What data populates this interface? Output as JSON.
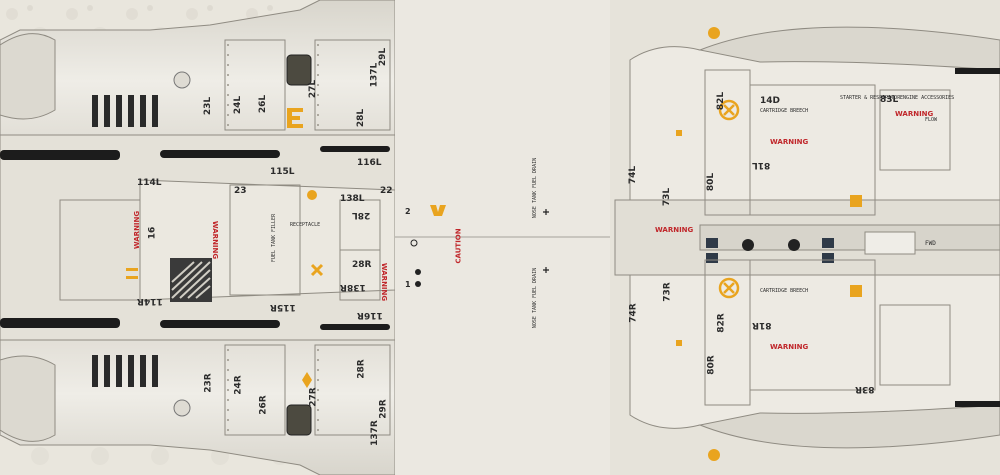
{
  "panel_codes": {
    "p23l": "23L",
    "p24l": "24L",
    "p26l": "26L",
    "p27l": "27L",
    "p28l": "28L",
    "p29l": "29L",
    "p114l": "114L",
    "p115l": "115L",
    "p116l": "116L",
    "p137l": "137L",
    "p138l": "138L",
    "p23r": "23R",
    "p24r": "24R",
    "p26r": "26R",
    "p27r": "27R",
    "p28r": "28R",
    "p29r": "29R",
    "p114r": "114R",
    "p115r": "115R",
    "p116r": "116R",
    "p137r": "137R",
    "p138r": "138R",
    "p22": "22",
    "p23": "23",
    "p16": "16",
    "p28l_inv": "28L",
    "p28r_inv": "28R",
    "p74l": "74L",
    "p73l": "73L",
    "p74r": "74R",
    "p73r": "73R",
    "p80l": "80L",
    "p81l": "81L",
    "p82l": "82L",
    "p83l": "83L",
    "p14d": "14D",
    "p80r": "80R",
    "p81r": "81R",
    "p82r": "82R",
    "p83r": "83R",
    "p1": "1",
    "p2": "2"
  },
  "stencils": {
    "warning": "WARNING",
    "caution": "CAUTION",
    "nose_tank_fuel_drain": "NOSE TANK FUEL DRAIN",
    "cartridge_breech": "CARTRIDGE BREECH",
    "engine_accessories": "ENGINE ACCESSORIES",
    "engine_starter_air": "STARTER & RESPIRATOR",
    "flow_note": "FLOW",
    "tank_fill": "FUEL TANK FILLER",
    "receptacle": "RECEPTACLE",
    "forward": "FWD"
  },
  "colors": {
    "skin": "#eceae3",
    "skin_shade": "#d8d5cc",
    "panel_line": "#8f8b82",
    "rivet": "#9a958b",
    "stencil_red": "#c0262a",
    "stencil_black": "#2b2b2b",
    "yellow": "#e9a41f",
    "intake_dark": "#1c1c1c"
  },
  "icons": [
    "fire-extinguisher-icon",
    "hazard-x-icon",
    "screw-jack-icon",
    "hoist-point-icon"
  ]
}
